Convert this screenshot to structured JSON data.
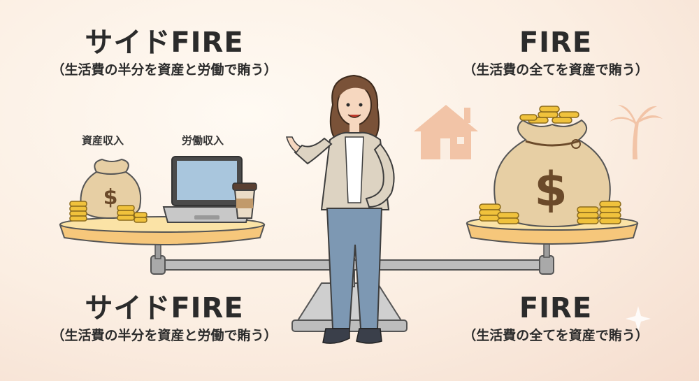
{
  "left_top": {
    "title": "サイドFIRE",
    "subtitle": "（生活費の半分を資産と労働で賄う）"
  },
  "right_top": {
    "title": "FIRE",
    "subtitle": "（生活費の全てを資産で賄う）"
  },
  "left_bottom": {
    "title": "サイドFIRE",
    "subtitle": "（生活費の半分を資産と労働で賄う）"
  },
  "right_bottom": {
    "title": "FIRE",
    "subtitle": "（生活費の全てを資産で賄う）"
  },
  "labels": {
    "asset_income": "資産収入",
    "labor_income": "労働収入"
  },
  "icons": {
    "left_pan": [
      "money-bag-icon",
      "coin-stack-icon",
      "laptop-icon",
      "coffee-cup-icon"
    ],
    "right_pan": [
      "large-money-bag-icon",
      "coin-stack-icon"
    ],
    "decor": [
      "house-icon",
      "palm-tree-icon",
      "sparkle-icon"
    ]
  },
  "colors": {
    "background": "#fbeee2",
    "pan": "#f4cd85",
    "beam": "#b4b4b4",
    "bag": "#e9d3a9",
    "coin": "#f0c23c",
    "accent": "#f0b48c"
  }
}
